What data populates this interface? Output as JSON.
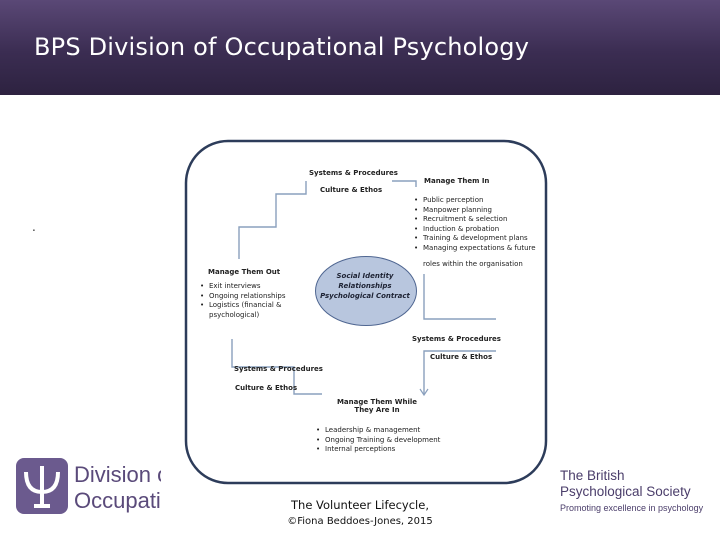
{
  "slide": {
    "title": "BPS Division of Occupational Psychology",
    "bullet": "."
  },
  "diagram": {
    "core": {
      "line1": "Social Identity",
      "line2": "Relationships",
      "line3": "Psychological Contract"
    },
    "top_phase": {
      "systems": "Systems & Procedures",
      "culture": "Culture & Ethos"
    },
    "manage_in": {
      "title": "Manage Them In",
      "items": [
        "Public perception",
        "Manpower planning",
        "Recruitment & selection",
        "Induction & probation",
        "Training & development plans",
        "Managing expectations & future",
        "roles within the organisation"
      ]
    },
    "manage_out": {
      "title": "Manage Them Out",
      "items": [
        "Exit interviews",
        "Ongoing relationships",
        "Logistics (financial &",
        "psychological)"
      ]
    },
    "right_phase": {
      "systems": "Systems & Procedures",
      "culture": "Culture & Ethos"
    },
    "left_phase": {
      "systems": "Systems & Procedures",
      "culture": "Culture & Ethos"
    },
    "manage_while": {
      "title1": "Manage Them While",
      "title2": "They Are In",
      "items": [
        "Leadership & management",
        "Ongoing Training & development",
        "Internal perceptions"
      ]
    }
  },
  "caption": {
    "line1": "The Volunteer Lifecycle,",
    "line2": "©Fiona Beddoes-Jones, 2015"
  },
  "logos": {
    "left_line1": "Division of",
    "left_line2": "Occupatio",
    "right_line1": "The British",
    "right_line2": "Psychological Society",
    "right_line3": "Promoting excellence in psychology"
  },
  "colors": {
    "title_bar": "#3b2d52",
    "core_fill": "#b8c6de",
    "frame_border": "#2d3c5a",
    "brand_purple": "#5a4a7a"
  }
}
